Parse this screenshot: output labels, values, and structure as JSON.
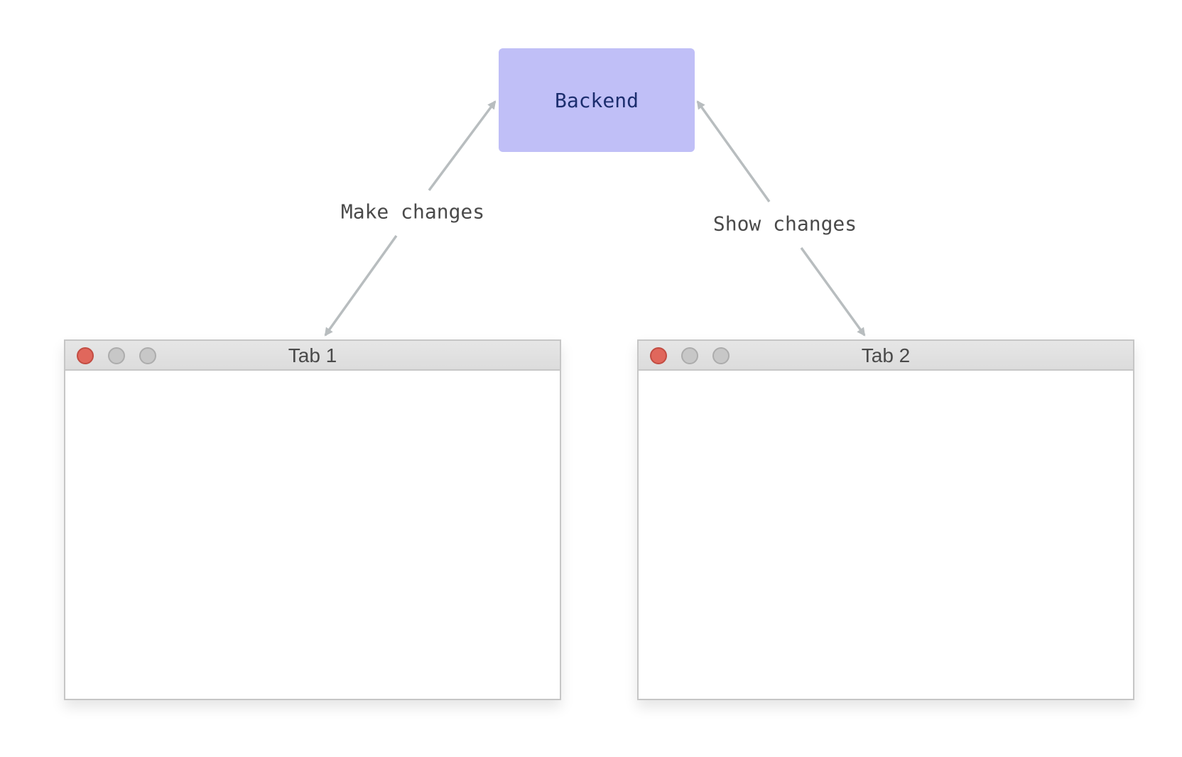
{
  "backend": {
    "label": "Backend"
  },
  "edges": {
    "make_changes": "Make changes",
    "show_changes": "Show changes"
  },
  "windows": [
    {
      "title": "Tab 1"
    },
    {
      "title": "Tab 2"
    }
  ],
  "colors": {
    "backend_fill": "#c0bff7",
    "backend_text": "#1c2e6e",
    "arrow": "#b8bdbf",
    "close_button": "#e0675c",
    "inactive_button": "#c7c7c7"
  }
}
